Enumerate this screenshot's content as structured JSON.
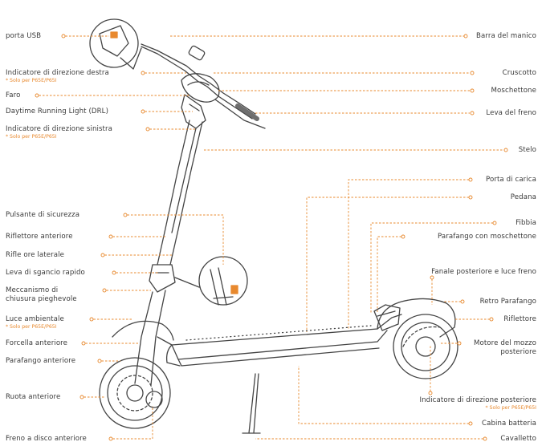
{
  "labels": {
    "porta_usb": "porta USB",
    "barra_manico": "Barra del manico",
    "indicatore_destra": "Indicatore di direzione destra",
    "nota_destra": "* Solo per P65E/P65I",
    "cruscotto": "Cruscotto",
    "faro": "Faro",
    "moschettone": "Moschettone",
    "drl": "Daytime Running Light (DRL)",
    "leva_freno": "Leva del freno",
    "indicatore_sinistra": "Indicatore di direzione sinistra",
    "nota_sinistra": "* Solo per P65E/P65I",
    "stelo": "Stelo",
    "porta_carica": "Porta di carica",
    "pedana": "Pedana",
    "pulsante_sicurezza": "Pulsante di sicurezza",
    "fibbia": "Fibbia",
    "riflettore_anteriore": "Riflettore anteriore",
    "parafango_moschettone": "Parafango con moschettone",
    "riflettore_laterale": "Rifle ore laterale",
    "leva_sgancio": "Leva di sgancio rapido",
    "fanale_posteriore": "Fanale posteriore e luce freno",
    "meccanismo_1": "Meccanismo di",
    "meccanismo_2": "chiusura pieghevole",
    "retro_parafango": "Retro Parafango",
    "luce_ambientale": "Luce ambientale",
    "nota_ambientale": "* Solo per P65E/P65I",
    "riflettore": "Riflettore",
    "forcella_anteriore": "Forcella anteriore",
    "motore_mozzo_1": "Motore del mozzo",
    "motore_mozzo_2": "posteriore",
    "parafango_anteriore": "Parafango anteriore",
    "ruota_anteriore": "Ruota anteriore",
    "indicatore_posteriore": "Indicatore di direzione posteriore",
    "nota_posteriore": "* Solo per P65E/P65I",
    "cabina_batteria": "Cabina batteria",
    "freno_disco": "Freno a disco anteriore",
    "cavalletto": "Cavalletto"
  },
  "colors": {
    "leader": "#e8892e",
    "outline": "#444444",
    "note": "#e8892e"
  }
}
